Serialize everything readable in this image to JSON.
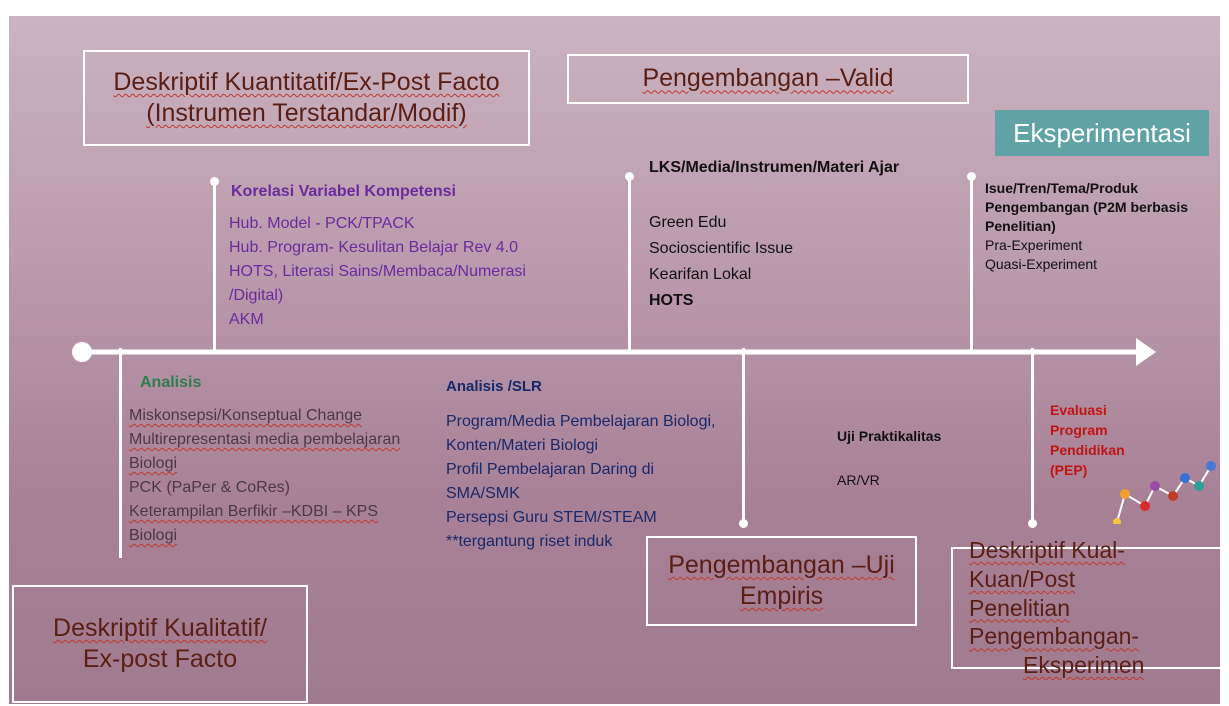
{
  "boxes": {
    "kuantitatif": {
      "line1": "Deskriptif Kuantitatif/Ex-Post Facto",
      "line2": "(Instrumen Terstandar/Modif)"
    },
    "valid": {
      "line1": "Pengembangan –Valid"
    },
    "eksperimentasi": {
      "line1": "Eksperimentasi"
    },
    "kualitatif": {
      "line1": "Deskriptif Kualitatif/",
      "line2": "Ex-post Facto"
    },
    "empiris": {
      "line1": "Pengembangan –Uji",
      "line2": "Empiris"
    },
    "kualkuan": {
      "line1": "Deskriptif Kual-Kuan/Post",
      "line2": "Penelitian Pengembangan-",
      "line3": "Eksperimen"
    }
  },
  "korelasi": {
    "title": "Korelasi Variabel Kompetensi",
    "items": [
      "Hub. Model - PCK/TPACK",
      "Hub. Program- Kesulitan Belajar Rev 4.0",
      "HOTS, Literasi Sains/Membaca/Numerasi",
      "/Digital)",
      "AKM"
    ]
  },
  "lks": {
    "title": "LKS/Media/Instrumen/Materi Ajar",
    "items": [
      "Green Edu",
      "Socioscientific Issue",
      "Kearifan Lokal"
    ],
    "bold_item": "HOTS"
  },
  "issue": {
    "title_lines": [
      "Isue/Tren/Tema/Produk",
      "Pengembangan (P2M berbasis",
      "Penelitian)"
    ],
    "items": [
      "Pra-Experiment",
      "Quasi-Experiment"
    ]
  },
  "analisis": {
    "title": "Analisis",
    "items": [
      "Miskonsepsi/Konseptual Change",
      "Multirepresentasi media pembelajaran",
      "Biologi",
      "PCK (PaPer & CoRes)",
      "Keterampilan Berfikir –KDBI – KPS",
      "Biologi"
    ]
  },
  "slr": {
    "title": "Analisis /SLR",
    "items": [
      "Program/Media Pembelajaran Biologi,",
      "Konten/Materi Biologi",
      "Profil Pembelajaran Daring di",
      "SMA/SMK",
      "Persepsi Guru STEM/STEAM",
      "**tergantung riset induk"
    ]
  },
  "praktikalitas": {
    "title": "Uji Praktikalitas",
    "item": "AR/VR"
  },
  "evaluasi": {
    "lines": [
      "Evaluasi",
      "Program",
      "Pendidikan",
      "(PEP)"
    ]
  },
  "colors": {
    "purple": "#6d2a9e",
    "green": "#2f7d4e",
    "navy": "#17286b",
    "red": "#c01414",
    "brown": "#5a1e14",
    "teal": "#5fa3a6",
    "grey_text": "#4a3a40"
  }
}
